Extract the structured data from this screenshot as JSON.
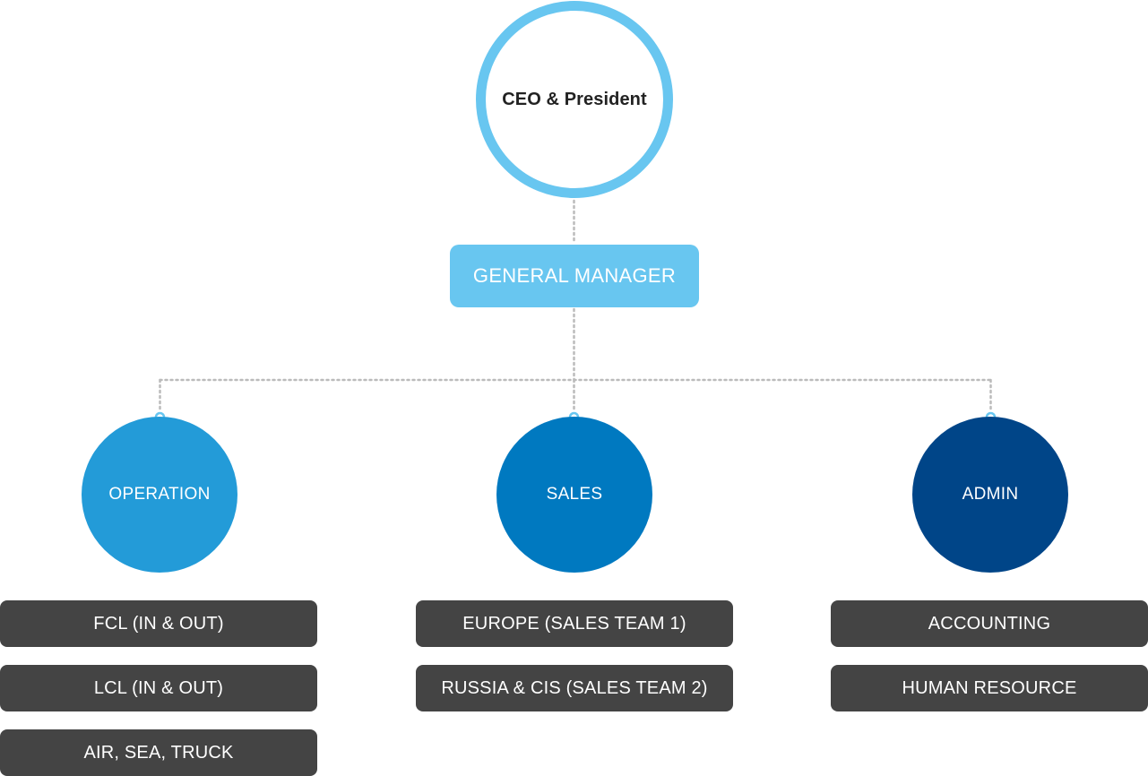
{
  "colors": {
    "ceo_ring": "#68c6f0",
    "general_manager": "#68c6f0",
    "operation": "#239bd8",
    "sales": "#0079c0",
    "admin": "#004588",
    "item_box": "#444444",
    "connector": "#bbbbbb",
    "node_dot": "#68c6f0"
  },
  "ceo": {
    "label": "CEO & President"
  },
  "general_manager": {
    "label": "GENERAL MANAGER"
  },
  "departments": [
    {
      "label": "OPERATION",
      "items": [
        "FCL (IN & OUT)",
        "LCL (IN & OUT)",
        "AIR, SEA, TRUCK"
      ]
    },
    {
      "label": "SALES",
      "items": [
        "EUROPE (SALES TEAM 1)",
        "RUSSIA & CIS (SALES TEAM 2)"
      ]
    },
    {
      "label": "ADMIN",
      "items": [
        "ACCOUNTING",
        "HUMAN RESOURCE"
      ]
    }
  ]
}
